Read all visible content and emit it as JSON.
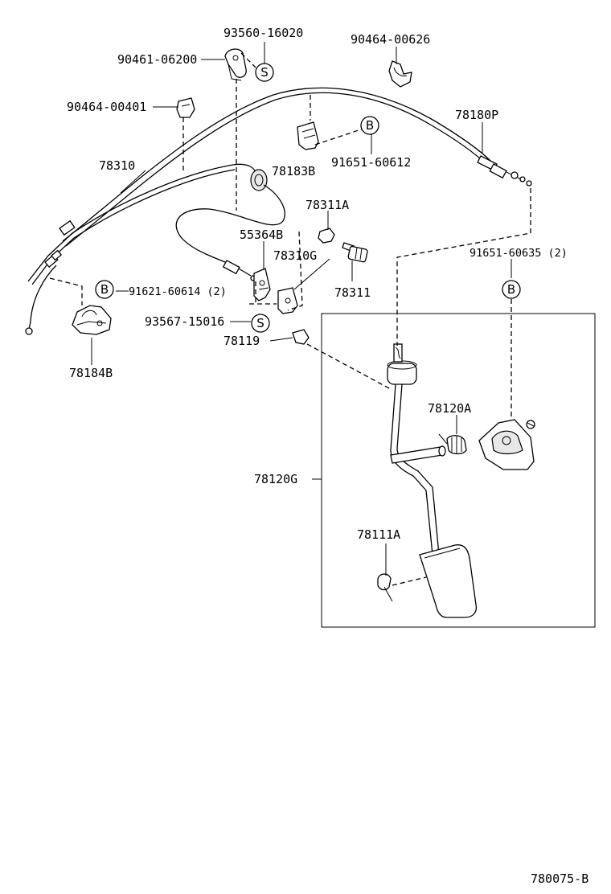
{
  "labels": {
    "p93560": "93560-16020",
    "p90461": "90461-06200",
    "p90464_626": "90464-00626",
    "p90464_401": "90464-00401",
    "p78180P": "78180P",
    "p78310": "78310",
    "p78183B": "78183B",
    "p91651_612": "91651-60612",
    "p78311A": "78311A",
    "p55364B": "55364B",
    "p78310G": "78310G",
    "p91651_635": "91651-60635 (2)",
    "p91621": "91621-60614 (2)",
    "p78311": "78311",
    "p93567": "93567-15016",
    "p78119": "78119",
    "p78184B": "78184B",
    "p78120A": "78120A",
    "p78120G": "78120G",
    "p78111A": "78111A"
  },
  "callouts": {
    "s_top": "S",
    "s_mid": "S",
    "b_top": "B",
    "b_left": "B",
    "b_right": "B"
  },
  "footer": {
    "ref": "780075-B"
  }
}
